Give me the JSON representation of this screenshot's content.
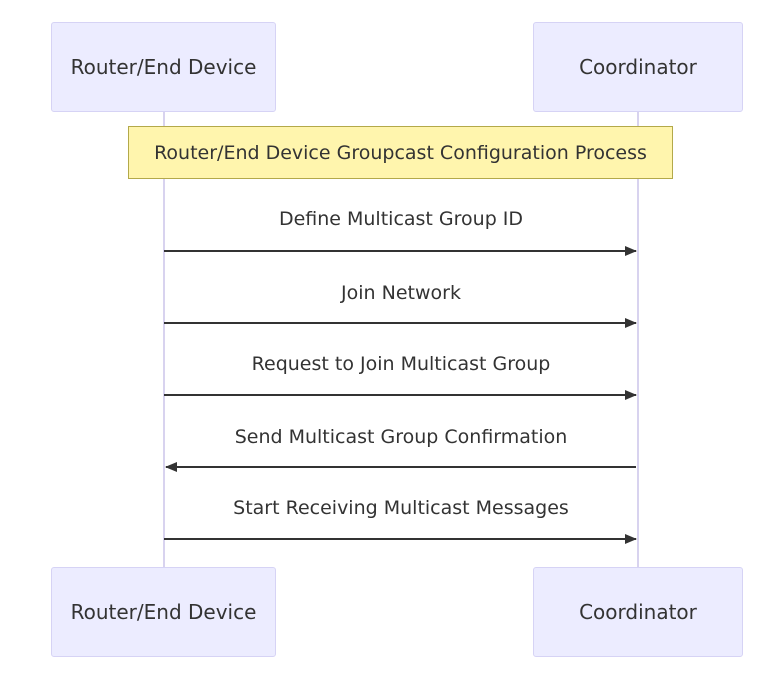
{
  "participants": {
    "left": {
      "label": "Router/End Device"
    },
    "right": {
      "label": "Coordinator"
    }
  },
  "note": {
    "text": "Router/End Device Groupcast Configuration Process"
  },
  "messages": [
    {
      "label": "Define Multicast Group ID",
      "from": "left",
      "to": "right"
    },
    {
      "label": "Join Network",
      "from": "left",
      "to": "right"
    },
    {
      "label": "Request to Join Multicast Group",
      "from": "left",
      "to": "right"
    },
    {
      "label": "Send Multicast Group Confirmation",
      "from": "right",
      "to": "left"
    },
    {
      "label": "Start Receiving Multicast Messages",
      "from": "left",
      "to": "right"
    }
  ],
  "colors": {
    "actor_fill": "#ececff",
    "actor_border": "#d6d3f5",
    "note_fill": "#fff5ad",
    "note_border": "#b3a94a",
    "lifeline": "#d8d3ef",
    "arrow": "#333333"
  }
}
